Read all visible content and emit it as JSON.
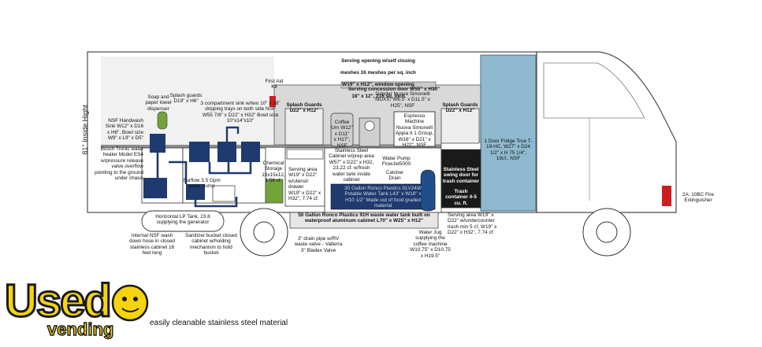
{
  "diagram": {
    "height_dimension": "81\" Inside Hight",
    "footnote": "easily cleanable stainless steel material",
    "logo": {
      "used": "Used",
      "vending": "vending"
    },
    "labels": {
      "serving_opening_1": "Serving opening w/self closing",
      "serving_opening_2": "meshes 16 meshes per sq. inch",
      "serving_opening_3": "W19\" x H12\",",
      "serving_opening_window": "window opening",
      "serving_opening_4": "18\" x 12\", 216 sq. inch",
      "concession_door": "Serving concession door W55\" x H30\"",
      "first_aid": "First Aid\nKit",
      "soap": "Soap and\npaper towel\ndispenser",
      "splash_left_top": "Splash guards\nD19\" x H6\"",
      "three_comp_sink": "3 compartment sink w/two 10\" x 18\"\ndripping trays on both side NSF\nW55 7/8\" x D22\" x H32\" Bowl size\n10\"x14\"x10\"",
      "handwash": "NSF Handwash\nSink W12\" x D16\nx H6\", Bowl size\nW9\" x L9\" x D5\"",
      "bosch": "Bosch Tronic water\nheater Model ES4\nw/pressure release\nvalve overflow\npointing to the ground\nunder chasis",
      "surflow": "Surflow 3.5 Gpm\nwater pump",
      "chemical": "Chemical\nStorage\n15x15x12,\n1.56 cf.",
      "splash_mid": "Splash Guards\nD22\" x H12\"",
      "coffee_urn": "Coffee\nUrn W12\"\nx D11\"\nx H17\", NSF",
      "grinder": "Grinder Nuova Simonelli\nMDXS, W6.5\" x D11.5\" x\nH25\", NSF",
      "espresso": "Espresso Machine\nNuova Simonelli\nAppia II 1 Group,\nW16\" x D21\" x\nH22\", NSF",
      "splash_right": "Splash Guards\nD22\" x H12\"",
      "fridge": "1 Door Fridge True T-\n19-HC, W27\" x D24\n1/2\" x H 75 1/4\",\n19cf., NSF",
      "serving_area_left": "Serving area\nW19\" x D22\"\nw/utensil drawer\nW19\" x D22\" x\nH32\", 7.74 cf.",
      "ss_cabinet": "Stainless Steel\nCabinet w/prep area\nW57\" x D22\" x H32,\n23.22 cf. w/fresh\nwater tank inside\ncabinet",
      "water_pump": "Water Pump\nFlowJet5000",
      "catcher": "Catcher\nDrain",
      "ss_door": "Stainless Steel\nswing door for\ntrash container",
      "trash": "Trash\ncontainer 4-5\ncu. ft.",
      "potable_tank": "30 Gallon Ronco Plastics 91V24W\nPotable Water Tank L43\" x W18\" x\nH10 1/2\" Made out of food graded\nmaterial",
      "waste_tank": "50 Gallon Ronco Plastics 91H waste water tank built on\nwaterproof aluminum cabinet L70\" x W25\" x H12\"",
      "lp_tank": "Horizontal LP Tank, 23.8\nsupplying the generator",
      "wash_hose": "Internal NSF wash\ndown hose in closed\nstainless cabinet 16\nfeet long",
      "sanitizer": "Sanitizer bucket closed\ncabinet w/holding\nmechanism to hold\nbucket",
      "drain_pipe": "3\" drain pipe w/RV\nwaste valve - Valterra\n3\" Bladex Valve",
      "water_jug": "Water Jug\nsupplying the\ncoffee machine\nW10.75\" x D10.75\nx H19.5\"",
      "serving_area_right": "Serving area W19\" x\nD22\" w/undercounter\ntrash min 5 cf, W19\" x\nD22\" x H32\", 7.74 cf",
      "fire_ext": "2A: 10BC Fire\nExtinguisher"
    }
  },
  "colors": {
    "outline": "#4a4a4a",
    "navy": "#1f3a6e",
    "fridge_blue": "#8fb9cf",
    "interior_gray": "#d9d9d9",
    "green": "#72a43b",
    "red": "#cc1f1f",
    "logo_yellow": "#f5d40f"
  }
}
